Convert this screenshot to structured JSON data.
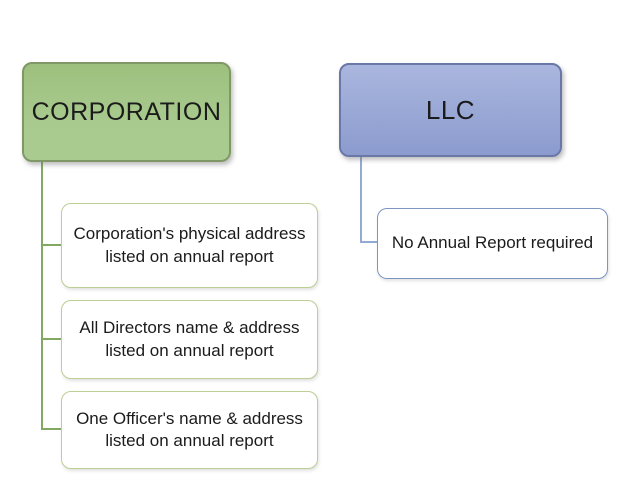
{
  "diagram_type": "hierarchy-comparison",
  "colors": {
    "text": "#1b1b1b",
    "background": "#ffffff",
    "corporation_fill_top": "#9dc07e",
    "corporation_fill_bottom": "#aacb90",
    "corporation_border": "#7f9866",
    "corporation_connector": "#82a862",
    "corporation_child_border": "#bccf95",
    "llc_fill_top": "#aab6de",
    "llc_fill_bottom": "#8b9bce",
    "llc_border": "#6a78a8",
    "llc_connector": "#93abd3",
    "llc_child_border": "#7c95c1"
  },
  "corporation": {
    "header_label": "CORPORATION",
    "children": [
      {
        "line1": "Corporation's physical address",
        "line2": "listed on annual report"
      },
      {
        "line1": "All Directors name & address",
        "line2": "listed on annual report"
      },
      {
        "line1": "One Officer's name & address",
        "line2": "listed on annual report"
      }
    ]
  },
  "llc": {
    "header_label": "LLC",
    "children": [
      {
        "line1": "No Annual Report required"
      }
    ]
  }
}
